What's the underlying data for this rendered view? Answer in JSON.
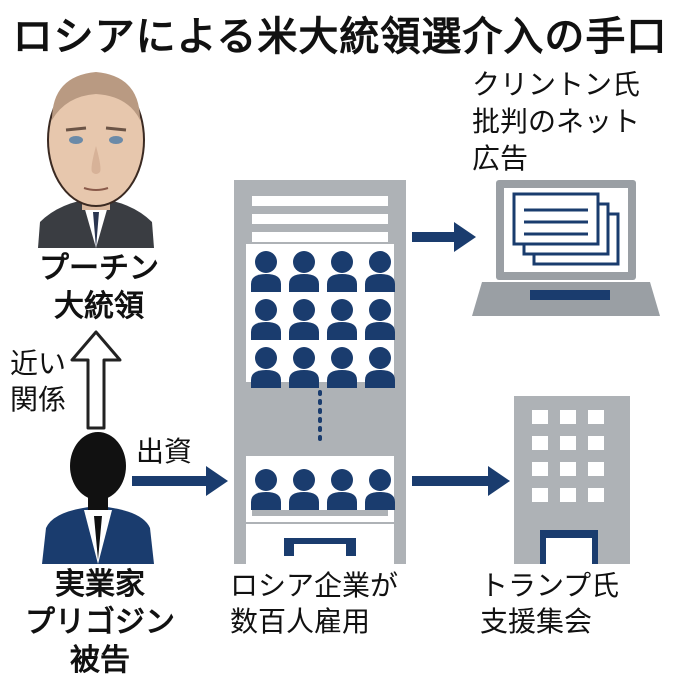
{
  "title": "ロシアによる米大統領選介入の手口",
  "putin_label": [
    "プーチン",
    "大統領"
  ],
  "relation_label": [
    "近い",
    "関係"
  ],
  "prigozhin_label": [
    "実業家",
    "プリゴジン",
    "被告"
  ],
  "funding_label": "出資",
  "company_label": [
    "ロシア企業が",
    "数百人雇用"
  ],
  "ad_label": [
    "クリントン氏",
    "批判のネット",
    "広告"
  ],
  "rally_label": [
    "トランプ氏",
    "支援集会"
  ],
  "colors": {
    "navy": "#1a3c6e",
    "gray": "#aeb2b6",
    "dark": "#222222"
  },
  "icons": [
    "putin-portrait",
    "businessman-silhouette",
    "office-tower",
    "people-icon",
    "laptop-icon",
    "building-icon",
    "arrow-icon"
  ]
}
